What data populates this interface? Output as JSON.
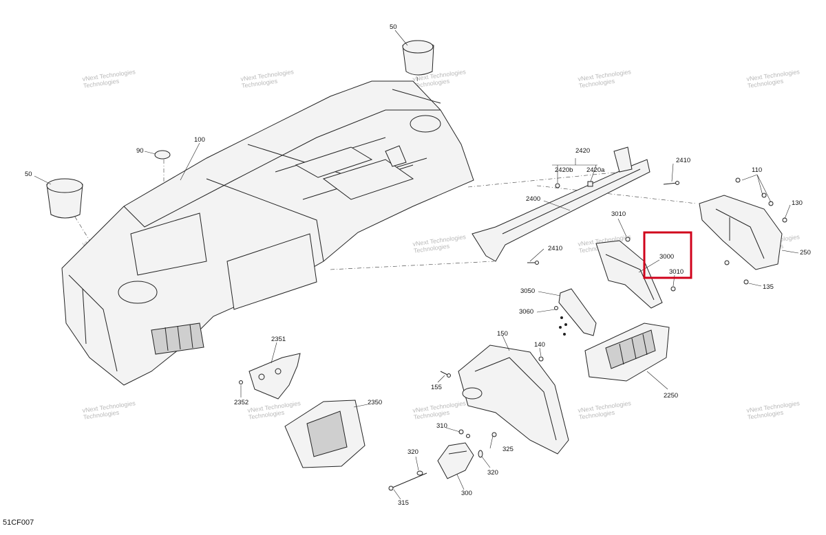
{
  "document_id": "51CF007",
  "watermark": {
    "line1": "vNext Technologies",
    "line2": "Technologies"
  },
  "highlight_color": "#d0021b",
  "callouts": [
    {
      "id": "50",
      "label": "50"
    },
    {
      "id": "50b",
      "label": "50"
    },
    {
      "id": "90",
      "label": "90"
    },
    {
      "id": "100",
      "label": "100"
    },
    {
      "id": "110",
      "label": "110"
    },
    {
      "id": "130",
      "label": "130"
    },
    {
      "id": "135",
      "label": "135"
    },
    {
      "id": "140",
      "label": "140"
    },
    {
      "id": "150",
      "label": "150"
    },
    {
      "id": "155",
      "label": "155"
    },
    {
      "id": "250",
      "label": "250"
    },
    {
      "id": "300",
      "label": "300"
    },
    {
      "id": "310",
      "label": "310"
    },
    {
      "id": "315",
      "label": "315"
    },
    {
      "id": "320a",
      "label": "320"
    },
    {
      "id": "320b",
      "label": "320"
    },
    {
      "id": "325",
      "label": "325"
    },
    {
      "id": "2250",
      "label": "2250"
    },
    {
      "id": "2350",
      "label": "2350"
    },
    {
      "id": "2351",
      "label": "2351"
    },
    {
      "id": "2352",
      "label": "2352"
    },
    {
      "id": "2400",
      "label": "2400"
    },
    {
      "id": "2410a",
      "label": "2410"
    },
    {
      "id": "2410b",
      "label": "2410"
    },
    {
      "id": "2420",
      "label": "2420"
    },
    {
      "id": "2420a",
      "label": "2420a"
    },
    {
      "id": "2420b",
      "label": "2420b"
    },
    {
      "id": "3000",
      "label": "3000"
    },
    {
      "id": "3010a",
      "label": "3010"
    },
    {
      "id": "3010b",
      "label": "3010"
    },
    {
      "id": "3050",
      "label": "3050"
    },
    {
      "id": "3060",
      "label": "3060"
    }
  ]
}
